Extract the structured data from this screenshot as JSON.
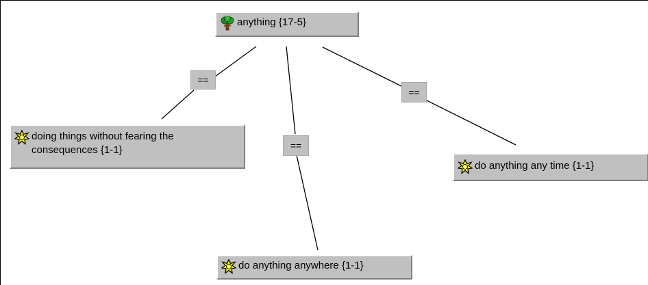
{
  "nodes": {
    "root": {
      "label": "anything {17-5}",
      "icon": "tree-icon"
    },
    "doing": {
      "label": "doing things without fearing the\nconsequences {1-1}",
      "icon": "sun-node-icon"
    },
    "anywhere": {
      "label": "do anything anywhere {1-1}",
      "icon": "sun-node-icon"
    },
    "anytime": {
      "label": "do anything any time {1-1}",
      "icon": "sun-node-icon"
    }
  },
  "relations": {
    "left": "==",
    "middle": "==",
    "right": "=="
  },
  "colors": {
    "node_bg": "#c0c0c0",
    "line": "#000000",
    "icon_yellow": "#ffff00",
    "tree_green": "#1e8a1e",
    "tree_trunk": "#7a4a1a"
  }
}
